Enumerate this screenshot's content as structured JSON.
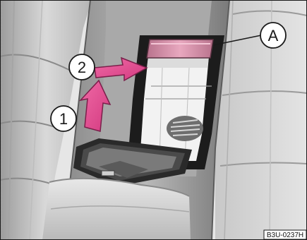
{
  "callouts": {
    "one": "1",
    "two": "2",
    "a": "A"
  },
  "figure_code": "B3U-0237H",
  "colors": {
    "background_light": "#ececec",
    "seat_gray": "#bdbdbd",
    "trim_dark": "#8c8c8c",
    "frame_black": "#1c1c1c",
    "arrow_pink": "#e0468a",
    "grip_pink": "#c98aa1"
  }
}
